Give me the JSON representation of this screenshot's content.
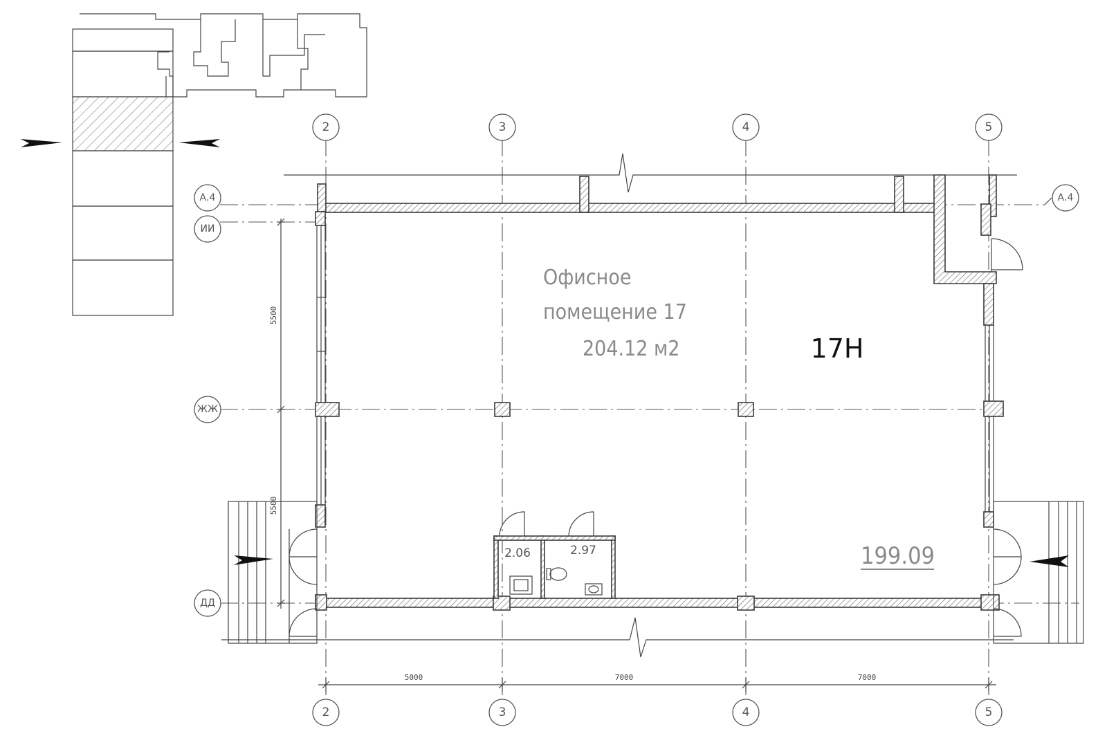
{
  "plan": {
    "room_name_line1": "Офисное",
    "room_name_line2": "помещение 17",
    "room_area": "204.12 м2",
    "unit_label": "17Н",
    "elevation": "199.09",
    "wc1_label": "2.06",
    "wc2_label": "2.97"
  },
  "axes": {
    "vertical": [
      "2",
      "3",
      "4",
      "5"
    ],
    "horizontal_left": [
      "А.4",
      "ИИ",
      "ЖЖ",
      "ДД"
    ],
    "horizontal_right": [
      "А.4"
    ]
  },
  "dimensions": {
    "bottom": [
      "5000",
      "7000",
      "7000"
    ],
    "left": [
      "5500",
      "5500"
    ]
  },
  "colors": {
    "line": "#444444",
    "hatch": "#777777",
    "label_grey": "#8a8a8a",
    "label_dark": "#111111"
  }
}
